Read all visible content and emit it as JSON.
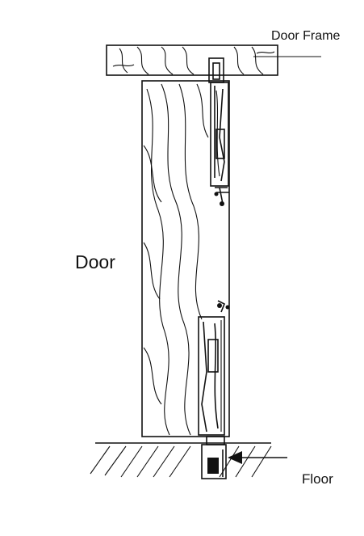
{
  "labels": {
    "door_frame": "Door Frame",
    "door": "Door",
    "floor": "Floor"
  }
}
